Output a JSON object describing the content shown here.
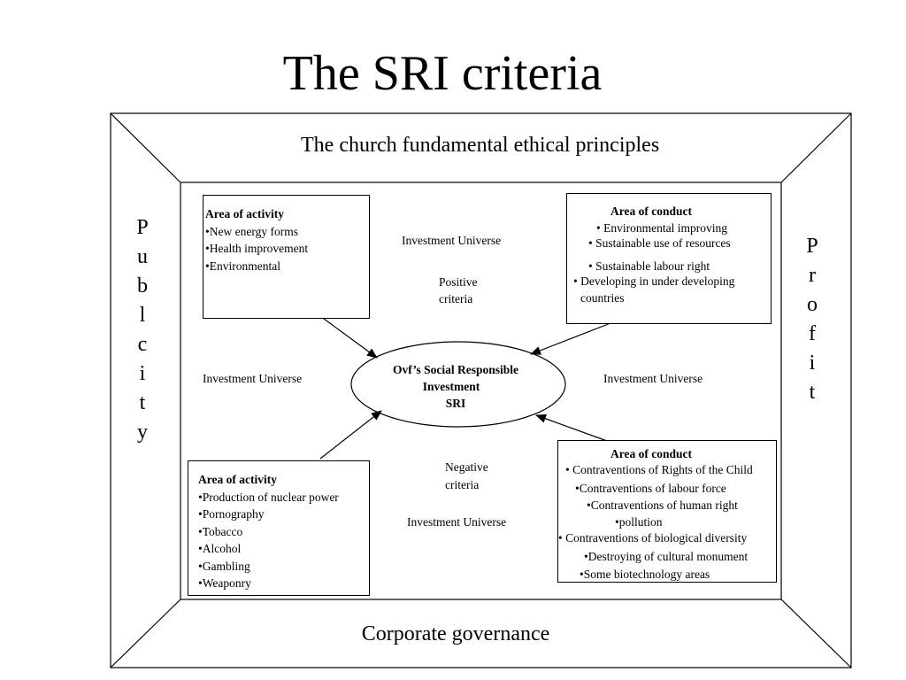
{
  "title": "The SRI criteria",
  "frame": {
    "top_label": "The church fundamental ethical principles",
    "bottom_label": "Corporate governance",
    "left_label": [
      "P",
      "u",
      "b",
      "l",
      "c",
      "i",
      "t",
      "y"
    ],
    "right_label": [
      "P",
      "r",
      "o",
      "f",
      "i",
      "t"
    ]
  },
  "center": {
    "line1": "Ovf’s  Social Responsible",
    "line2": "Investment",
    "line3": "SRI"
  },
  "labels": {
    "universe_top": "Investment Universe",
    "universe_left": "Investment Universe",
    "universe_right": "Investment Universe",
    "universe_bottom": "Investment Universe",
    "positive_1": "Positive",
    "positive_2": "criteria",
    "negative_1": "Negative",
    "negative_2": "criteria"
  },
  "box_top_left": {
    "heading": "Area of activity",
    "items": [
      "•New energy forms",
      "•Health improvement",
      "•Environmental"
    ]
  },
  "box_top_right": {
    "heading": "Area of conduct",
    "items": [
      "• Environmental improving",
      "• Sustainable use of resources",
      "• Sustainable labour right",
      "• Developing in under developing",
      "countries"
    ]
  },
  "box_bottom_left": {
    "heading": "Area of activity",
    "items": [
      "•Production of nuclear power",
      "•Pornography",
      "•Tobacco",
      "•Alcohol",
      "•Gambling",
      "•Weaponry"
    ]
  },
  "box_bottom_right": {
    "heading": "Area of conduct",
    "items": [
      "• Contraventions of Rights of the Child",
      "•Contraventions of labour force",
      "•Contraventions of human right",
      "•pollution",
      "• Contraventions of biological diversity",
      "•Destroying of cultural monument",
      "•Some biotechnology areas"
    ]
  }
}
